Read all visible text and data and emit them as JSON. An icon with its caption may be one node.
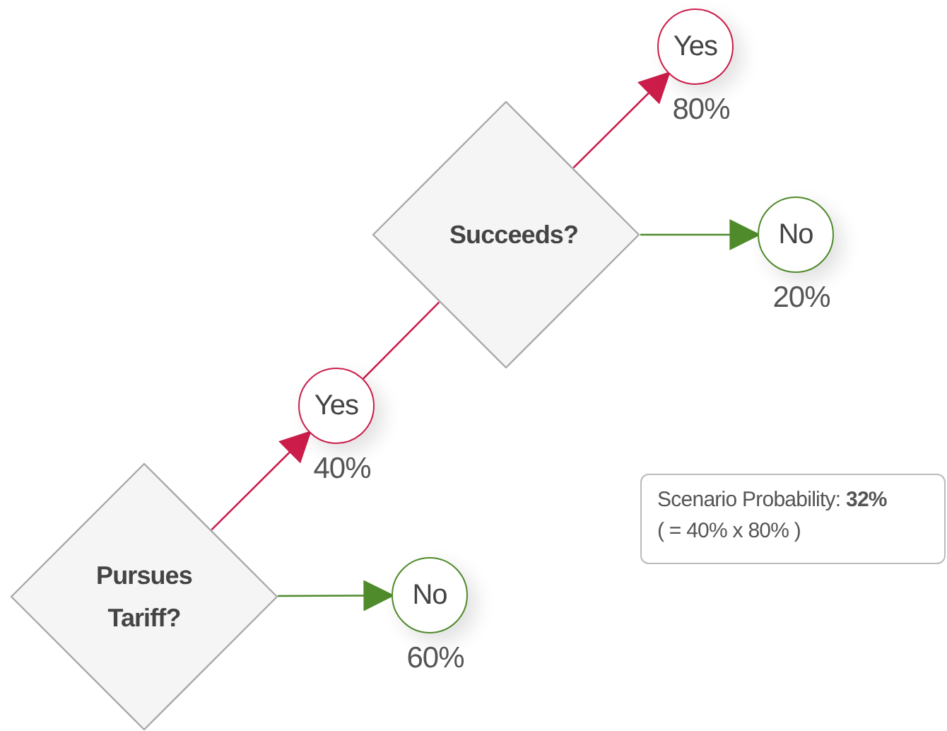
{
  "diagram": {
    "nodes": [
      {
        "text": [
          "Yes"
        ],
        "beside": [
          "80%"
        ]
      },
      {
        "text": [
          "Succeeds?"
        ]
      },
      {
        "text": [
          "No"
        ],
        "beside": [
          "20%"
        ]
      },
      {
        "text": [
          "Yes"
        ],
        "beside": [
          "40%"
        ]
      },
      {
        "text": [
          "Scenario Probability: **32%**",
          "( = 40% x 80% )"
        ]
      },
      {
        "text": [
          "Pursues Tariff?"
        ]
      },
      {
        "text": [
          "No"
        ],
        "beside": [
          "60%"
        ]
      }
    ],
    "edges": [
      {
        "from": 5,
        "to": 3,
        "arrow": "to"
      },
      {
        "from": 3,
        "to": 1,
        "arrow": "none"
      },
      {
        "from": 1,
        "to": 0,
        "arrow": "to"
      },
      {
        "from": 1,
        "to": 2,
        "arrow": "to",
        "color": "#4f8a2b"
      },
      {
        "from": 5,
        "to": 6,
        "arrow": "to",
        "color": "#4f8a2b"
      }
    ]
  }
}
